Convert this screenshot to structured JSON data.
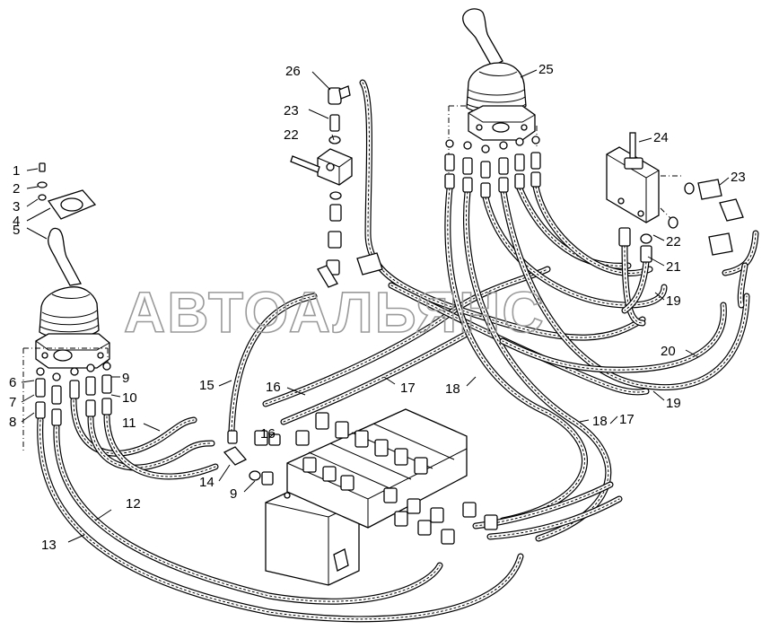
{
  "watermark": "АВТОАЛЬЯНС",
  "callouts": [
    {
      "id": "c1",
      "text": "1"
    },
    {
      "id": "c2",
      "text": "2"
    },
    {
      "id": "c3",
      "text": "3"
    },
    {
      "id": "c4",
      "text": "4"
    },
    {
      "id": "c5",
      "text": "5"
    },
    {
      "id": "c6",
      "text": "6"
    },
    {
      "id": "c7",
      "text": "7"
    },
    {
      "id": "c8",
      "text": "8"
    },
    {
      "id": "c9a",
      "text": "9"
    },
    {
      "id": "c10",
      "text": "10"
    },
    {
      "id": "c11",
      "text": "11"
    },
    {
      "id": "c12",
      "text": "12"
    },
    {
      "id": "c13",
      "text": "13"
    },
    {
      "id": "c14",
      "text": "14"
    },
    {
      "id": "c9b",
      "text": "9"
    },
    {
      "id": "c15",
      "text": "15"
    },
    {
      "id": "c16a",
      "text": "16"
    },
    {
      "id": "c16b",
      "text": "16"
    },
    {
      "id": "c17a",
      "text": "17"
    },
    {
      "id": "c17b",
      "text": "17"
    },
    {
      "id": "c18a",
      "text": "18"
    },
    {
      "id": "c18b",
      "text": "18"
    },
    {
      "id": "c19a",
      "text": "19"
    },
    {
      "id": "c19b",
      "text": "19"
    },
    {
      "id": "c20",
      "text": "20"
    },
    {
      "id": "c21",
      "text": "21"
    },
    {
      "id": "c22a",
      "text": "22"
    },
    {
      "id": "c22b",
      "text": "22"
    },
    {
      "id": "c23a",
      "text": "23"
    },
    {
      "id": "c23b",
      "text": "23"
    },
    {
      "id": "c24",
      "text": "24"
    },
    {
      "id": "c25",
      "text": "25"
    },
    {
      "id": "c26",
      "text": "26"
    }
  ]
}
